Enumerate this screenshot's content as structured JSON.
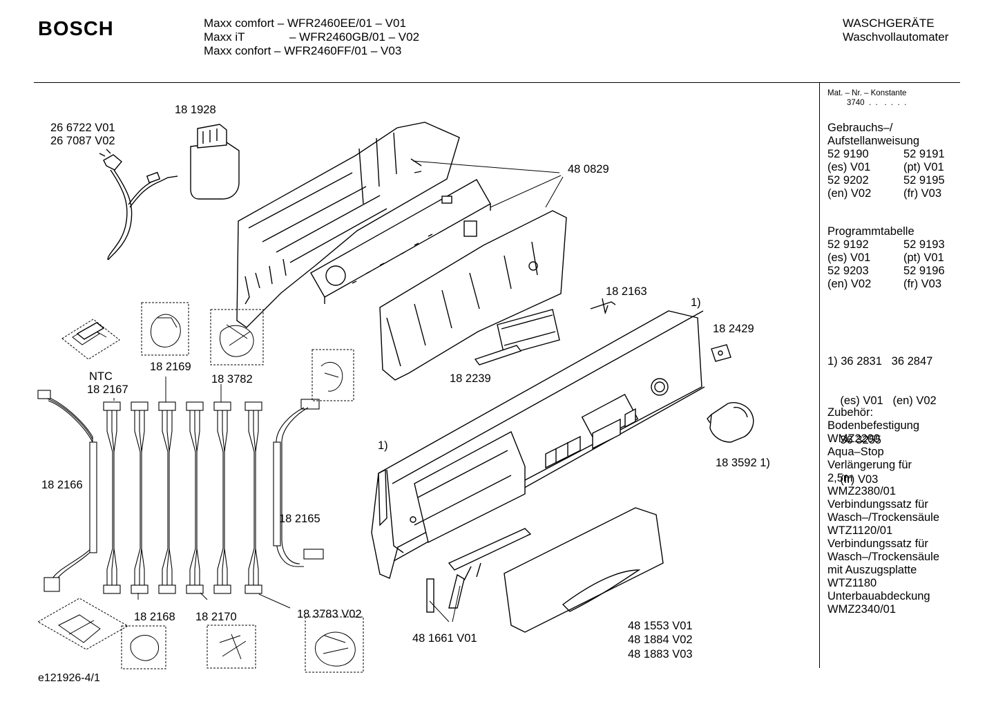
{
  "header": {
    "brand": "BOSCH",
    "models": [
      {
        "name": "Maxx comfort",
        "code": "– WFR2460EE/01 – V01"
      },
      {
        "name": "Maxx iT",
        "code": "– WFR2460GB/01 – V02"
      },
      {
        "name": "Maxx confort",
        "code": "– WFR2460FF/01 – V03"
      }
    ],
    "category": "WASCHGERÄTE",
    "subcategory": "Waschvollautomater"
  },
  "sidebar": {
    "mat_nr_label": "Mat. – Nr. – Konstante",
    "mat_nr_value": "3740  .  .   .  .  .  .",
    "manual": {
      "title_line1": "Gebrauchs–/",
      "title_line2": "Aufstellanweisung",
      "rows": [
        [
          "52 9190",
          "52 9191"
        ],
        [
          "(es) V01",
          "(pt) V01"
        ],
        [
          "52 9202",
          "52 9195"
        ],
        [
          "(en) V02",
          "(fr) V03"
        ]
      ]
    },
    "program_table": {
      "title": "Programmtabelle",
      "rows": [
        [
          "52 9192",
          "52 9193"
        ],
        [
          "(es) V01",
          "(pt) V01"
        ],
        [
          "52 9203",
          "52 9196"
        ],
        [
          "(en) V02",
          "(fr) V03"
        ]
      ]
    },
    "footnote": {
      "line1": "1) 36 2831   36 2847",
      "line2": "    (es) V01   (en) V02",
      "line3": "    36 3255",
      "line4": "    (fr) V03"
    },
    "accessories": [
      "Zubehör:",
      "Bodenbefestigung",
      "WMZ2200",
      "Aqua–Stop",
      "Verlängerung für",
      "2,5m",
      "WMZ2380/01",
      "Verbindungssatz für",
      "Wasch–/Trockensäule",
      "WTZ1120/01",
      "Verbindungssatz für",
      "Wasch–/Trockensäule",
      "mit  Auszugsplatte",
      "WTZ1180",
      "Unterbauabdeckung",
      "WMZ2340/01"
    ]
  },
  "parts": {
    "p266722": "26 6722 V01",
    "p267087": "26 7087 V02",
    "p181928": "18 1928",
    "p480829": "48 0829",
    "p182163": "18 2163",
    "footnote_mark_a": "1)",
    "p182429": "18 2429",
    "p182239": "18 2239",
    "ntc": "NTC",
    "p182167": "18 2167",
    "p182169": "18 2169",
    "p183782": "18 3782",
    "footnote_mark_b": "1)",
    "p183592": "18 3592 1)",
    "p182166": "18 2166",
    "p182165": "18 2165",
    "p182168": "18 2168",
    "p182170": "18 2170",
    "p183783": "18 3783 V02",
    "p481661": "48 1661 V01",
    "p481553": "48 1553 V01",
    "p481884": "48 1884 V02",
    "p481883": "48 1883 V03"
  },
  "footer": {
    "drawing_id": "e121926-4/1"
  }
}
